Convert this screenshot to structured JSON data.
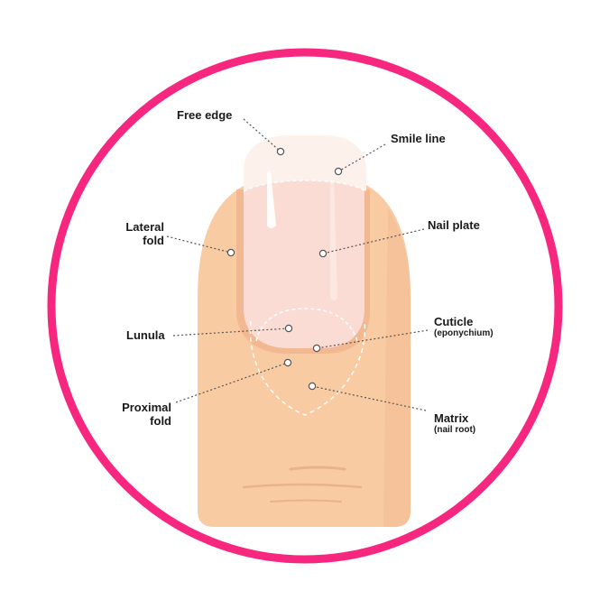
{
  "colors": {
    "ring": "#f7267f",
    "skin": "#f9cba3",
    "skin_shadow": "#efb78d",
    "nail": "#fbe2dc",
    "nail_tip": "#fdf4ef",
    "lunula_dash": "#ffffff",
    "leader": "#555555",
    "text": "#1a1a1a"
  },
  "labels": {
    "free_edge": "Free edge",
    "smile_line": "Smile line",
    "lateral_fold_1": "Lateral",
    "lateral_fold_2": "fold",
    "nail_plate": "Nail plate",
    "lunula": "Lunula",
    "cuticle": "Cuticle",
    "cuticle_sub": "(eponychium)",
    "proximal_fold_1": "Proximal",
    "proximal_fold_2": "fold",
    "matrix": "Matrix",
    "matrix_sub": "(nail root)"
  }
}
